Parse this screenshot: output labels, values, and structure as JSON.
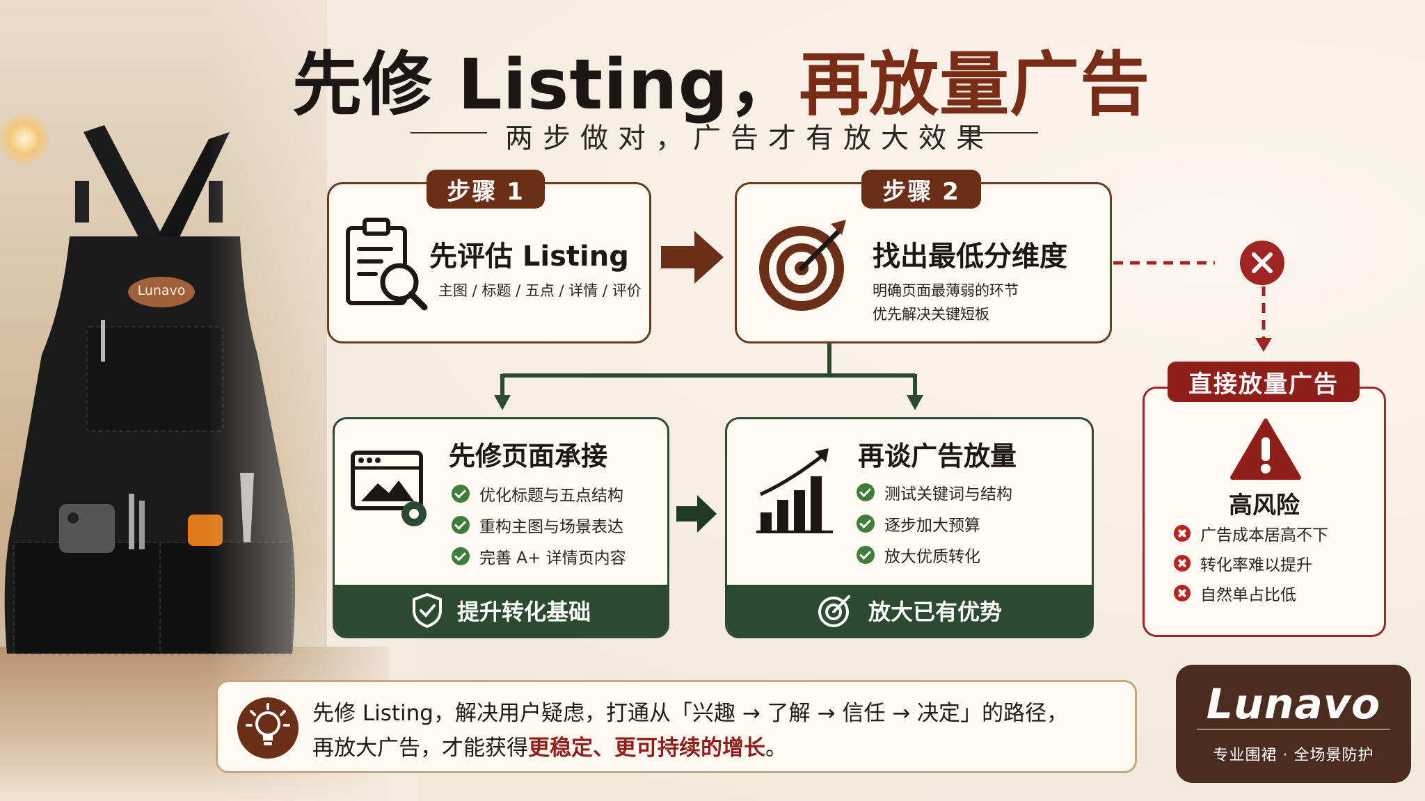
{
  "title": {
    "part1": "先修 Listing，",
    "part2": "再放量广告"
  },
  "subtitle": "两步做对，广告才有放大效果",
  "steps": [
    {
      "badge": "步骤 1",
      "title": "先评估 Listing",
      "desc1": "主图 / 标题 / 五点 / 详情 / 评价",
      "icon": "clipboard-search-icon"
    },
    {
      "badge": "步骤 2",
      "title": "找出最低分维度",
      "desc1": "明确页面最薄弱的环节",
      "desc2": "优先解决关键短板",
      "icon": "target-arrow-icon"
    }
  ],
  "fix_card": {
    "title": "先修页面承接",
    "items": [
      "优化标题与五点结构",
      "重构主图与场景表达",
      "完善 A+ 详情页内容"
    ],
    "footer": "提升转化基础",
    "icon": "webpage-gear-icon",
    "footer_icon": "shield-check-icon"
  },
  "ads_card": {
    "title": "再谈广告放量",
    "items": [
      "测试关键词与结构",
      "逐步加大预算",
      "放大优质转化"
    ],
    "footer": "放大已有优势",
    "icon": "growth-chart-icon",
    "footer_icon": "target-icon"
  },
  "risk_card": {
    "badge": "直接放量广告",
    "title": "高风险",
    "items": [
      "广告成本居高不下",
      "转化率难以提升",
      "自然单占比低"
    ],
    "icon": "warning-triangle-icon"
  },
  "banner": {
    "line1": "先修 Listing，解决用户疑虑，打通从「兴趣 → 了解 → 信任 → 决定」的路径，",
    "line2_pre": "再放大广告，才能获得",
    "line2_hl1": "更稳定",
    "line2_sep": "、",
    "line2_hl2": "更可持续的增长",
    "line2_post": "。",
    "icon": "lightbulb-icon"
  },
  "brand": {
    "name": "Lunavo",
    "tagline": "专业围裙 · 全场景防护"
  },
  "apron_patch": "Lunavo",
  "colors": {
    "brown": "#6b2f17",
    "green": "#2c4a30",
    "red": "#8e1f1b",
    "highlight": "#8e1f1b"
  }
}
